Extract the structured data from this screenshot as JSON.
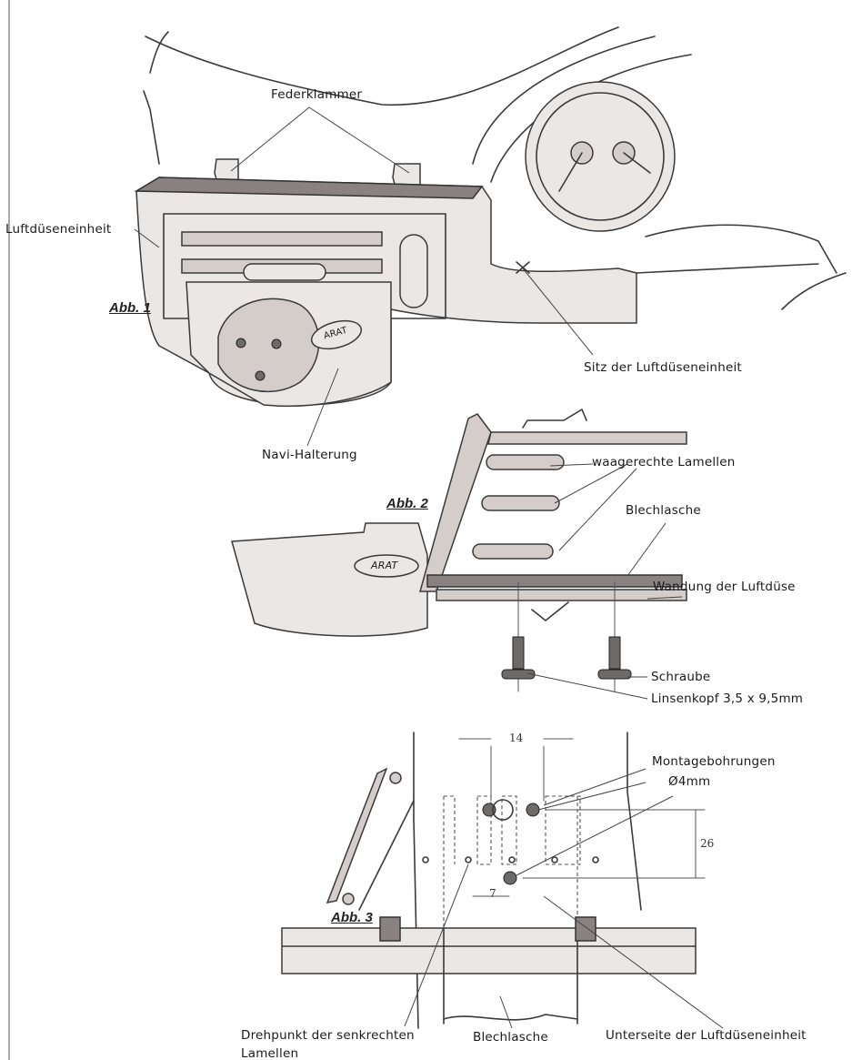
{
  "figures": {
    "fig1": "Abb. 1",
    "fig2": "Abb. 2",
    "fig3": "Abb. 3"
  },
  "labels": {
    "federklammer": "Federklammer",
    "luftduseneinheit": "Luftdüseneinheit",
    "sitz": "Sitz der Luftdüseneinheit",
    "navi_halterung": "Navi-Halterung",
    "waagerechte_lamellen": "waagerechte Lamellen",
    "blechlasche_top": "Blechlasche",
    "wandung": "Wandung der Luftdüse",
    "schraube_1": "Schraube",
    "schraube_2": "Linsenkopf 3,5 x 9,5mm",
    "montage_1": "Montagebohrungen",
    "montage_2": "Ø4mm",
    "drehpunkt_1": "Drehpunkt der senkrechten",
    "drehpunkt_2": "Lamellen",
    "blechlasche_bottom": "Blechlasche",
    "unterseite": "Unterseite der Luftdüseneinheit",
    "logo_1": "ARAT",
    "logo_2": "ARAT"
  },
  "dimensions": {
    "d14": "14",
    "d26": "26",
    "d7": "7"
  },
  "colors": {
    "pencil": "#3a3a3a",
    "paper": "#ffffff",
    "shade": "#d4cdca"
  }
}
